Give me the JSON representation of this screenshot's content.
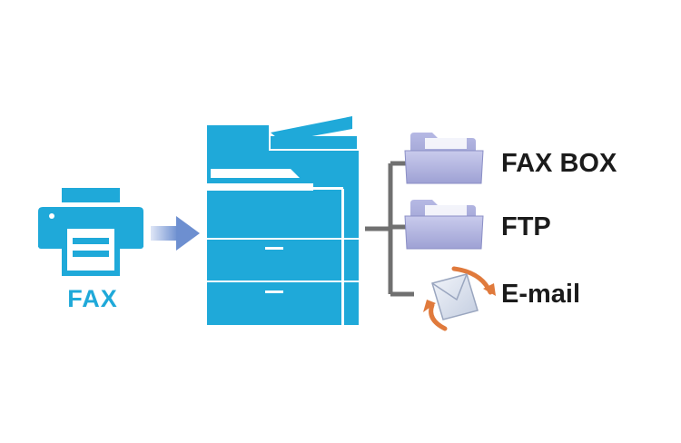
{
  "colors": {
    "accent_blue": "#1fa9d9",
    "folder_lavender": "#aeb0dc",
    "folder_dark": "#8b8fc6",
    "connector_gray": "#707070",
    "arrow_blue": "#6d8fd0",
    "recycle_orange": "#e07a3c",
    "text_dark": "#1b1b1b"
  },
  "source": {
    "label": "FAX",
    "icon": "fax-machine-icon"
  },
  "device": {
    "icon": "multifunction-printer-icon"
  },
  "destinations": [
    {
      "label": "FAX BOX",
      "icon": "folder-icon"
    },
    {
      "label": "FTP",
      "icon": "folder-icon"
    },
    {
      "label": "E-mail",
      "icon": "envelope-cycle-icon"
    }
  ]
}
